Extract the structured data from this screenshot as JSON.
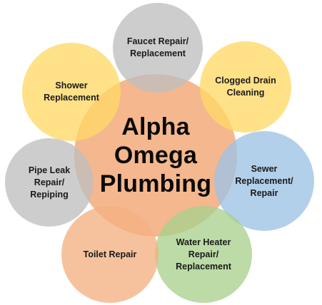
{
  "diagram": {
    "center": {
      "label": "Alpha\nOmega\nPlumbing",
      "color": "#F4B183"
    },
    "services": [
      {
        "id": "faucet",
        "label": "Faucet Repair/\nReplacement",
        "color": "#BFBFBF"
      },
      {
        "id": "clogged-drain",
        "label": "Clogged Drain\nCleaning",
        "color": "#FFD966"
      },
      {
        "id": "sewer",
        "label": "Sewer\nReplacement/\nRepair",
        "color": "#9DC3E6"
      },
      {
        "id": "water-heater",
        "label": "Water Heater\nRepair/\nReplacement",
        "color": "#A9D18E"
      },
      {
        "id": "toilet",
        "label": "Toilet Repair",
        "color": "#F4B183"
      },
      {
        "id": "pipe-leak",
        "label": "Pipe Leak\nRepair/\nRepiping",
        "color": "#BFBFBF"
      },
      {
        "id": "shower",
        "label": "Shower\nReplacement",
        "color": "#FFD966"
      }
    ]
  }
}
